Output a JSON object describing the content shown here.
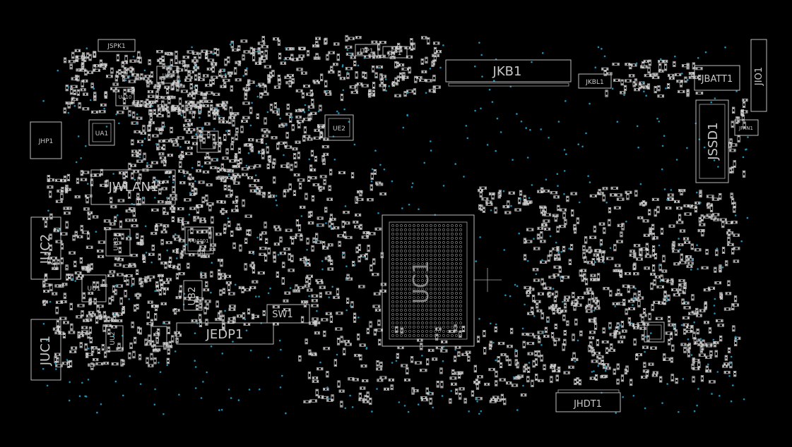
{
  "board": {
    "background": "#000000",
    "outline_color": "#bdbdbd",
    "via_color": "#1f8fb4",
    "labels": {
      "jspk1": "JSPK1",
      "jtp1": "JTP1",
      "jfp1": "JFP1",
      "jkb1": "JKB1",
      "jkbl1": "JKBL1",
      "jbatt1": "JBATT1",
      "jio1": "JIO1",
      "jfan1": "JFAN1",
      "jssd1": "JSSD1",
      "jhp1": "JHP1",
      "ua1": "UA1",
      "ua9": "UA9",
      "ua10": "UA10",
      "ue2": "UE2",
      "jwlan1": "JWLAN1",
      "juc2": "JUC2",
      "juc1": "JUC1",
      "uu3": "UU3",
      "uu1": "UU1",
      "uu2": "UU2",
      "pu4001": "PU4001",
      "ub2": "UB2",
      "uu9": "UU9",
      "jedp1": "JEDP1",
      "sw1": "SW1",
      "uc1": "UC1",
      "jhdt1": "JHDT1"
    }
  }
}
